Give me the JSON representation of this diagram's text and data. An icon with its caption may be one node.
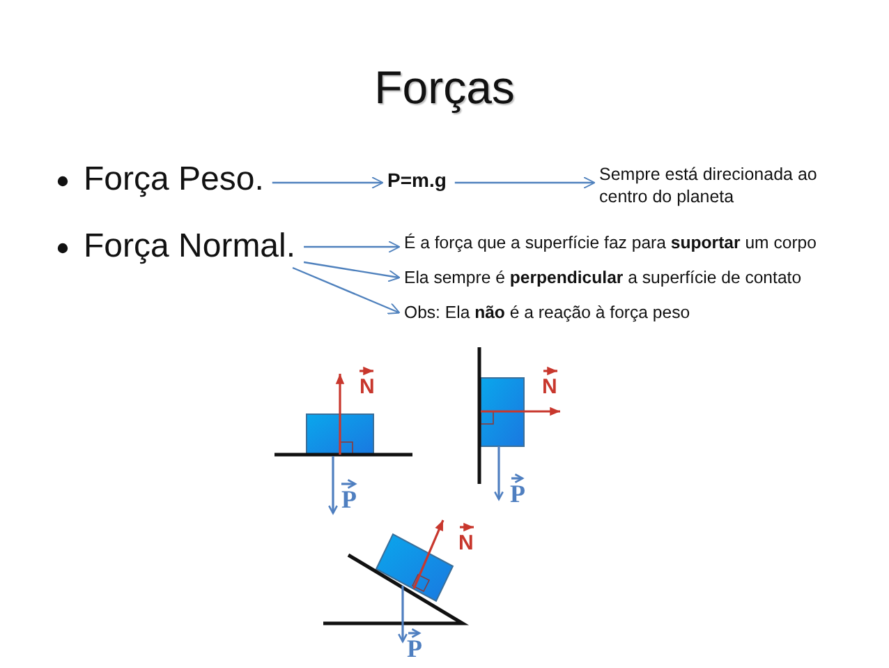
{
  "diagram": {
    "title": "Forças",
    "nodes": [
      {
        "text": [
          "Força Peso."
        ]
      },
      {
        "text": [
          "P=m.g"
        ]
      },
      {
        "text": [
          "Sempre está direcionada ao centro do planeta"
        ]
      },
      {
        "text": [
          "Força Normal."
        ]
      },
      {
        "text": [
          "É a força que a superfície faz para **suportar** um corpo"
        ]
      },
      {
        "text": [
          "Ela sempre é **perpendicular** a superfície de contato"
        ]
      },
      {
        "text": [
          "Obs: Ela **não** é a reação à força peso"
        ]
      }
    ],
    "edges": [
      {
        "from": 0,
        "to": 1,
        "arrow": "to"
      },
      {
        "from": 1,
        "to": 2,
        "arrow": "to"
      },
      {
        "from": 3,
        "to": 4,
        "arrow": "to"
      },
      {
        "from": 3,
        "to": 5,
        "arrow": "to"
      },
      {
        "from": 3,
        "to": 6,
        "arrow": "to"
      }
    ],
    "labels": [
      "N",
      "N",
      "P",
      "P",
      "N",
      "P"
    ]
  }
}
